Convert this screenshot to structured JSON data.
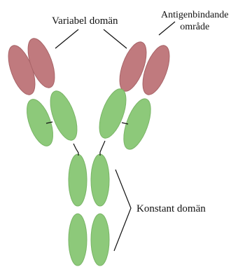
{
  "labels": {
    "variable_domain": "Variabel domän",
    "antigen_binding_line1": "Antigenbindande",
    "antigen_binding_line2": "område",
    "constant_domain": "Konstant domän"
  },
  "colors": {
    "variable_fill": "#c07a7e",
    "variable_stroke": "#a86468",
    "constant_fill": "#8dc97a",
    "constant_stroke": "#79b566",
    "line": "#111111",
    "background": "#ffffff"
  }
}
